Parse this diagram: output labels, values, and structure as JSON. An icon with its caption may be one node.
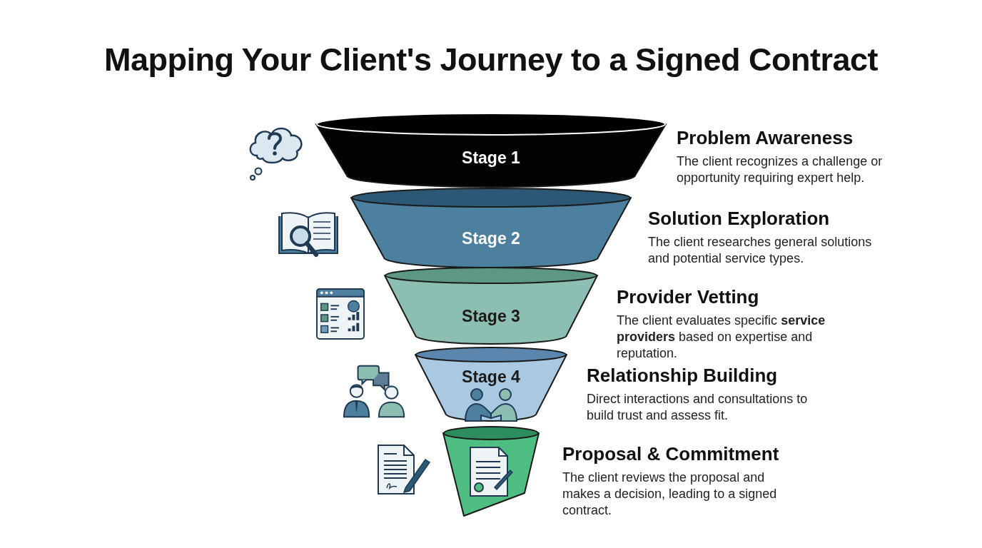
{
  "diagram": {
    "title": "Mapping Your Client's Journey to a Signed Contract",
    "nodes": [
      {
        "text": [
          "Stage 1"
        ],
        "beside": [
          "Problem Awareness",
          "The client recognizes a challenge or opportunity requiring expert help."
        ]
      },
      {
        "text": [
          "Stage 2"
        ],
        "beside": [
          "Solution Exploration",
          "The client researches general solutions and potential service types."
        ]
      },
      {
        "text": [
          "Stage 3"
        ],
        "beside": [
          "Provider Vetting",
          "The client evaluates specific **service providers** based on expertise and reputation."
        ]
      },
      {
        "text": [
          "Stage 4"
        ],
        "beside": [
          "Relationship Building",
          "Direct interactions and consultations to build trust and assess fit."
        ]
      },
      {
        "text": [],
        "shape": "funnel",
        "beside": [
          "Proposal & Commitment",
          "The client reviews the proposal and makes a decision, leading to a signed contract."
        ]
      }
    ]
  }
}
